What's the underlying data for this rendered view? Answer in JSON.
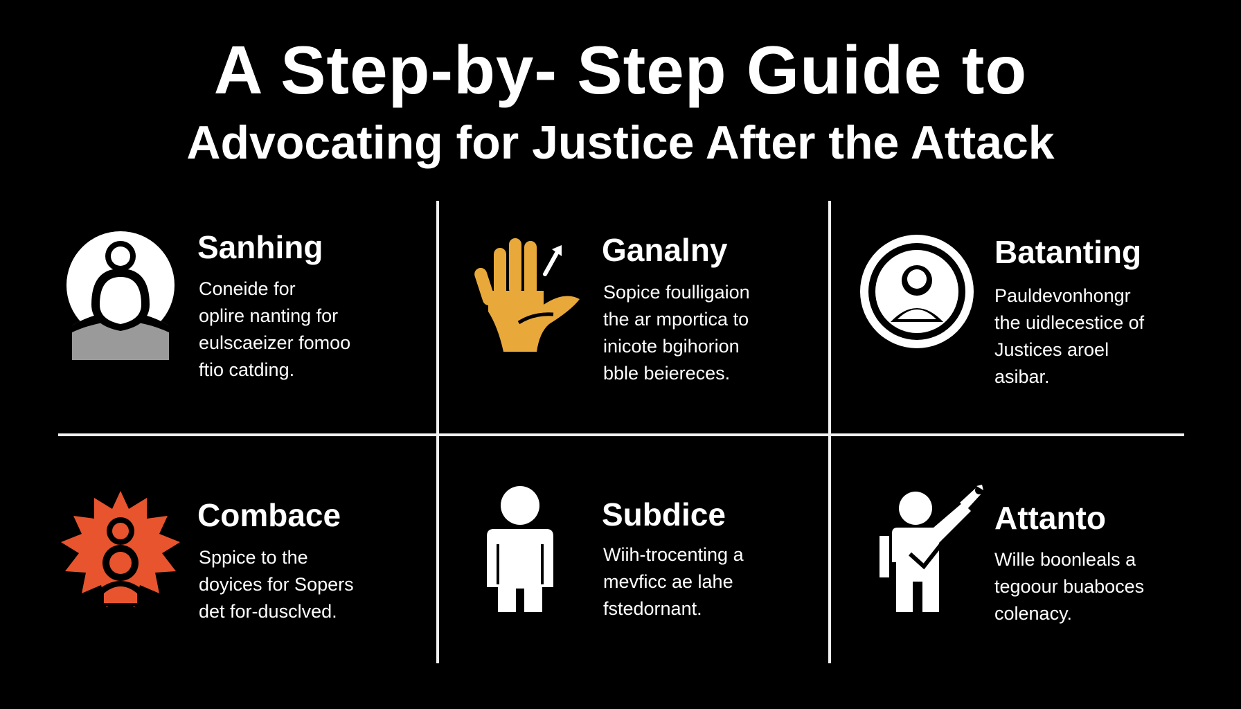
{
  "title": {
    "line1": "A Step-by- Step Guide to",
    "line2": "Advocating for Justice After the Attack"
  },
  "colors": {
    "background": "#000000",
    "text": "#ffffff",
    "gold": "#E8A93A",
    "orange": "#E8542E",
    "grid": "#f2f2f2"
  },
  "steps": [
    {
      "title": "Sanhing",
      "description": "Coneide for\noplire nanting for\neulscaeizer fomoo\nftio catding.",
      "icon": "person-in-circle-icon",
      "icon_color": "#ffffff"
    },
    {
      "title": "Ganalny",
      "description": "Sopice foulligaion\nthe ar mportica to\ninicote bgihorion\nbble beiereces.",
      "icon": "raised-hand-icon",
      "icon_color": "#E8A93A"
    },
    {
      "title": "Batanting",
      "description": "Pauldevonhongr\nthe uidlecestice of\nJustices aroel\nasibar.",
      "icon": "person-in-ring-icon",
      "icon_color": "#ffffff"
    },
    {
      "title": "Combace",
      "description": "Sppice to the\ndoyices for Sopers\ndet for-dusclved.",
      "icon": "burst-people-icon",
      "icon_color": "#E8542E"
    },
    {
      "title": "Subdice",
      "description": "Wiih-trocenting a\nmevficc ae lahe\nfstedornant.",
      "icon": "standing-person-icon",
      "icon_color": "#ffffff"
    },
    {
      "title": "Attanto",
      "description": "Wille boonleals a\ntegoour buaboces\ncolenacy.",
      "icon": "person-raising-torch-icon",
      "icon_color": "#ffffff"
    }
  ]
}
